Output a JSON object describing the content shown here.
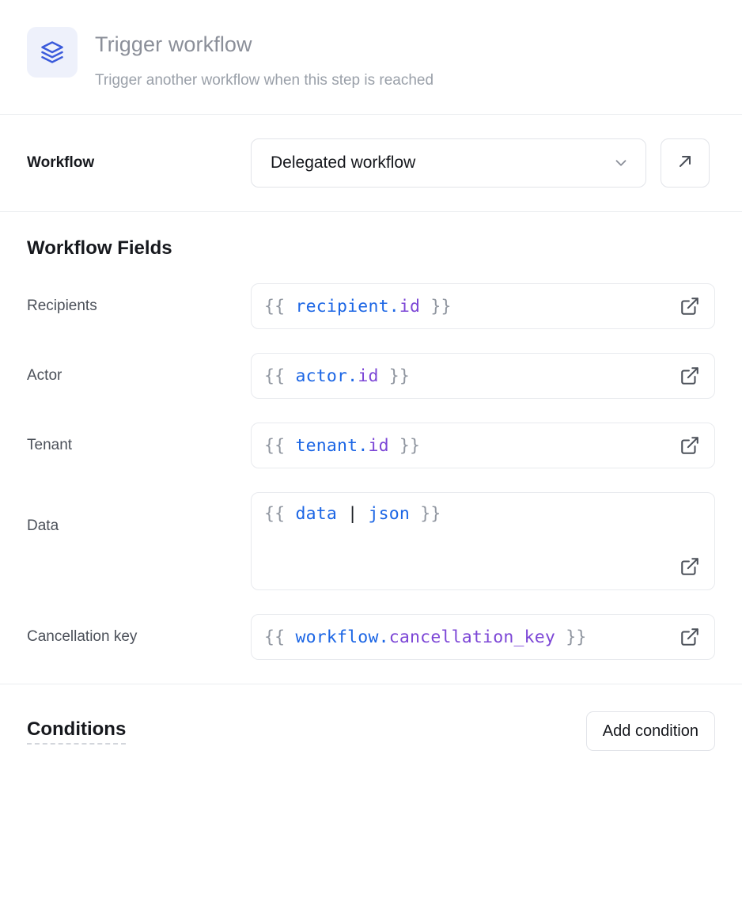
{
  "header": {
    "icon": "layers-icon",
    "title": "Trigger workflow",
    "subtitle": "Trigger another workflow when this step is reached",
    "icon_bg": "#eef1fb",
    "icon_color": "#3b5bdb"
  },
  "workflow_row": {
    "label": "Workflow",
    "selected": "Delegated workflow",
    "chevron": "chevron-down-icon",
    "open_button_icon": "arrow-up-right-icon"
  },
  "fields_section": {
    "title": "Workflow Fields",
    "fields": [
      {
        "label": "Recipients",
        "value": "{{ recipient.id }}",
        "tokens": [
          {
            "t": "{{ ",
            "c": "brace"
          },
          {
            "t": "recipient",
            "c": "obj"
          },
          {
            "t": ".",
            "c": "dot"
          },
          {
            "t": "id",
            "c": "prop"
          },
          {
            "t": " }}",
            "c": "brace"
          }
        ],
        "multiline": false,
        "action_icon": "external-link-icon"
      },
      {
        "label": "Actor",
        "value": "{{ actor.id }}",
        "tokens": [
          {
            "t": "{{ ",
            "c": "brace"
          },
          {
            "t": "actor",
            "c": "obj"
          },
          {
            "t": ".",
            "c": "dot"
          },
          {
            "t": "id",
            "c": "prop"
          },
          {
            "t": " }}",
            "c": "brace"
          }
        ],
        "multiline": false,
        "action_icon": "external-link-icon"
      },
      {
        "label": "Tenant",
        "value": "{{ tenant.id }}",
        "tokens": [
          {
            "t": "{{ ",
            "c": "brace"
          },
          {
            "t": "tenant",
            "c": "obj"
          },
          {
            "t": ".",
            "c": "dot"
          },
          {
            "t": "id",
            "c": "prop"
          },
          {
            "t": " }}",
            "c": "brace"
          }
        ],
        "multiline": false,
        "action_icon": "external-link-icon"
      },
      {
        "label": "Data",
        "value": "{{ data | json }}",
        "tokens": [
          {
            "t": "{{ ",
            "c": "brace"
          },
          {
            "t": "data",
            "c": "obj"
          },
          {
            "t": " ",
            "c": "brace"
          },
          {
            "t": "|",
            "c": "pipe"
          },
          {
            "t": " ",
            "c": "brace"
          },
          {
            "t": "json",
            "c": "obj"
          },
          {
            "t": " }}",
            "c": "brace"
          }
        ],
        "multiline": true,
        "action_icon": "external-link-icon"
      },
      {
        "label": "Cancellation key",
        "value": "{{ workflow.cancellation_key }}",
        "tokens": [
          {
            "t": "{{ ",
            "c": "brace"
          },
          {
            "t": "workflow",
            "c": "obj"
          },
          {
            "t": ".",
            "c": "dot"
          },
          {
            "t": "cancellation_key",
            "c": "prop"
          },
          {
            "t": " }}",
            "c": "brace"
          }
        ],
        "multiline": false,
        "action_icon": "external-link-icon"
      }
    ]
  },
  "conditions": {
    "title": "Conditions",
    "add_label": "Add condition"
  },
  "colors": {
    "token_brace": "#9096a0",
    "token_object": "#1c66e5",
    "token_property": "#7c46d6",
    "token_pipe": "#1d2026",
    "border": "#e8eaee",
    "divider": "#ebedf0",
    "text_dark": "#16181d",
    "text_muted": "#4b5059",
    "header_title": "#8b8f99",
    "header_sub": "#9aa0a9"
  }
}
